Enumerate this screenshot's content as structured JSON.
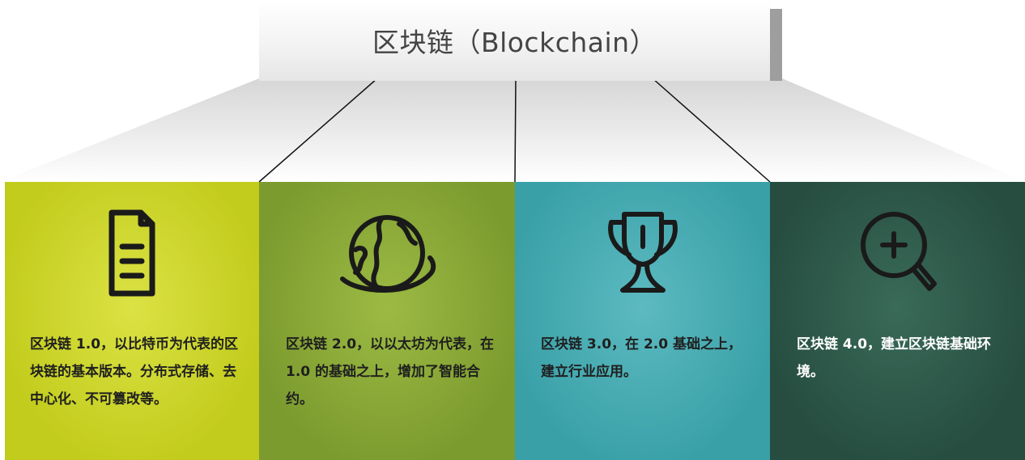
{
  "title": "区块链（Blockchain）",
  "panels": [
    {
      "icon": "document-icon",
      "text": "区块链 1.0，以比特币为代表的区块链的基本版本。分布式存储、去中心化、不可篡改等。",
      "colors": {
        "edge": "#c2cc1c",
        "center": "#dbe244",
        "text": "#1f1f1f",
        "icon": "#1a1a1a"
      }
    },
    {
      "icon": "globe-icon",
      "text": "区块链 2.0，以以太坊为代表，在 1.0 的基础之上，增加了智能合约。",
      "colors": {
        "edge": "#7c9b2f",
        "center": "#9cba43",
        "text": "#1f1f1f",
        "icon": "#1a1a1a"
      }
    },
    {
      "icon": "trophy-icon",
      "text": "区块链 3.0，在 2.0 基础之上，建立行业应用。",
      "colors": {
        "edge": "#3aa0a8",
        "center": "#5cbac0",
        "text": "#1f1f1f",
        "icon": "#1a1a1a"
      }
    },
    {
      "icon": "zoom-in-icon",
      "text": "区块链 4.0，建立区块链基础环境。",
      "colors": {
        "edge": "#264d40",
        "center": "#3a6a58",
        "text": "#ffffff",
        "icon": "#1a1a1a"
      }
    }
  ]
}
